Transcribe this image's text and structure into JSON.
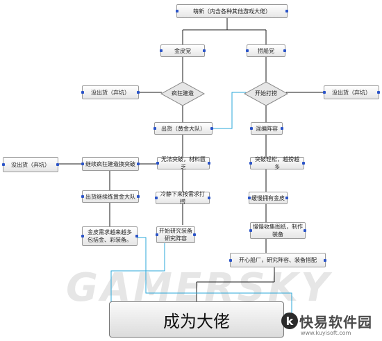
{
  "top": "萌新（内含各种其他游戏大佬）",
  "left_branch": {
    "party": "金皮党",
    "decision": "疯狂建造",
    "no_item": "没出货（弃坑）",
    "got_item": "出货（黄金大队）",
    "no_item_2": "没出货（弃坑）",
    "continue_build": "继续疯狂建造换突破",
    "cannot_break": "无法突破，材料匮乏",
    "keep_training": "出货继续练黄金大队",
    "calm_down": "冷静下来按需求打捞",
    "growing_demand": "金皮需求越来越多\n包括金、彩装备。",
    "research": "开始研究装备\n研究阵容"
  },
  "right_branch": {
    "party": "捞船党",
    "decision": "开始打捞",
    "no_item": "没出货（弃坑）",
    "mix_team": "混编阵容",
    "easy_break": "突破轻松，越捞越多",
    "slowly_gold": "缓慢拥有金皮",
    "blueprints": "慢慢收集图纸，制作\n装备",
    "happy_factory": "开心船厂，研究阵容、装备搭配"
  },
  "final": "成为大佬",
  "watermark": "GAMERSKY",
  "logo": {
    "letter": "k",
    "title": "快易软件园",
    "url": "www.kuyisoft.com"
  },
  "colors": {
    "line": "#1a1a1a",
    "connector": "#2aa7d8",
    "handle": "#2b54c8"
  }
}
